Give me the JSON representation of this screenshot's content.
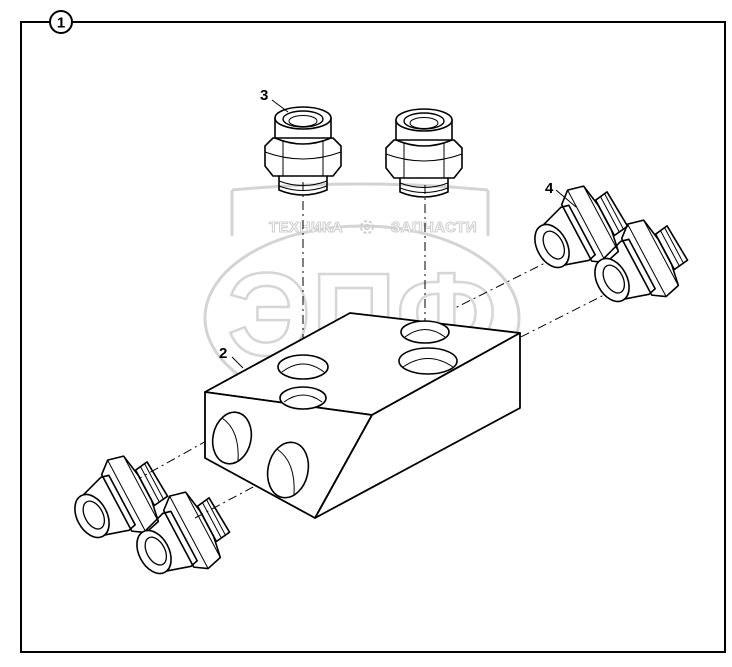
{
  "diagram": {
    "frame_label": "1",
    "part_labels": [
      "2",
      "3",
      "4"
    ],
    "watermark": {
      "left_word": "ТЕХНИКА",
      "right_word": "ЗАПЧАСТИ",
      "big_letters": "ЭПФ"
    }
  }
}
